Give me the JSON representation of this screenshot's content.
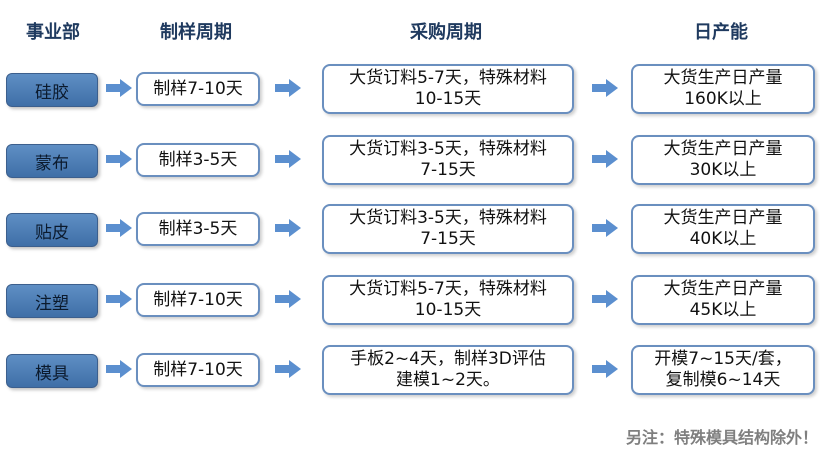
{
  "headers": {
    "dept": "事业部",
    "sample": "制样周期",
    "purchase": "采购周期",
    "capacity": "日产能"
  },
  "rows": [
    {
      "dept": "硅胶",
      "sample": "制样7-10天",
      "purchase": [
        "大货订料5-7天，特殊材料",
        "10-15天"
      ],
      "capacity": [
        "大货生产日产量",
        "160K以上"
      ]
    },
    {
      "dept": "蒙布",
      "sample": "制样3-5天",
      "purchase": [
        "大货订料3-5天，特殊材料",
        "7-15天"
      ],
      "capacity": [
        "大货生产日产量",
        "30K以上"
      ]
    },
    {
      "dept": "贴皮",
      "sample": "制样3-5天",
      "purchase": [
        "大货订料3-5天，特殊材料",
        "7-15天"
      ],
      "capacity": [
        "大货生产日产量",
        "40K以上"
      ]
    },
    {
      "dept": "注塑",
      "sample": "制样7-10天",
      "purchase": [
        "大货订料5-7天，特殊材料",
        "10-15天"
      ],
      "capacity": [
        "大货生产日产量",
        "45K以上"
      ]
    },
    {
      "dept": "模具",
      "sample": "制样7-10天",
      "purchase": [
        "手板2~4天，制样3D评估",
        "建模1~2天。"
      ],
      "capacity": [
        "开模7~15天/套，",
        "复制模6~14天"
      ]
    }
  ],
  "note": "另注：特殊模具结构除外！",
  "colors": {
    "accent": "#4a7ab5",
    "arrow": "#5b8fcf",
    "header": "#1f3a5f",
    "note": "#7f7f7f"
  }
}
